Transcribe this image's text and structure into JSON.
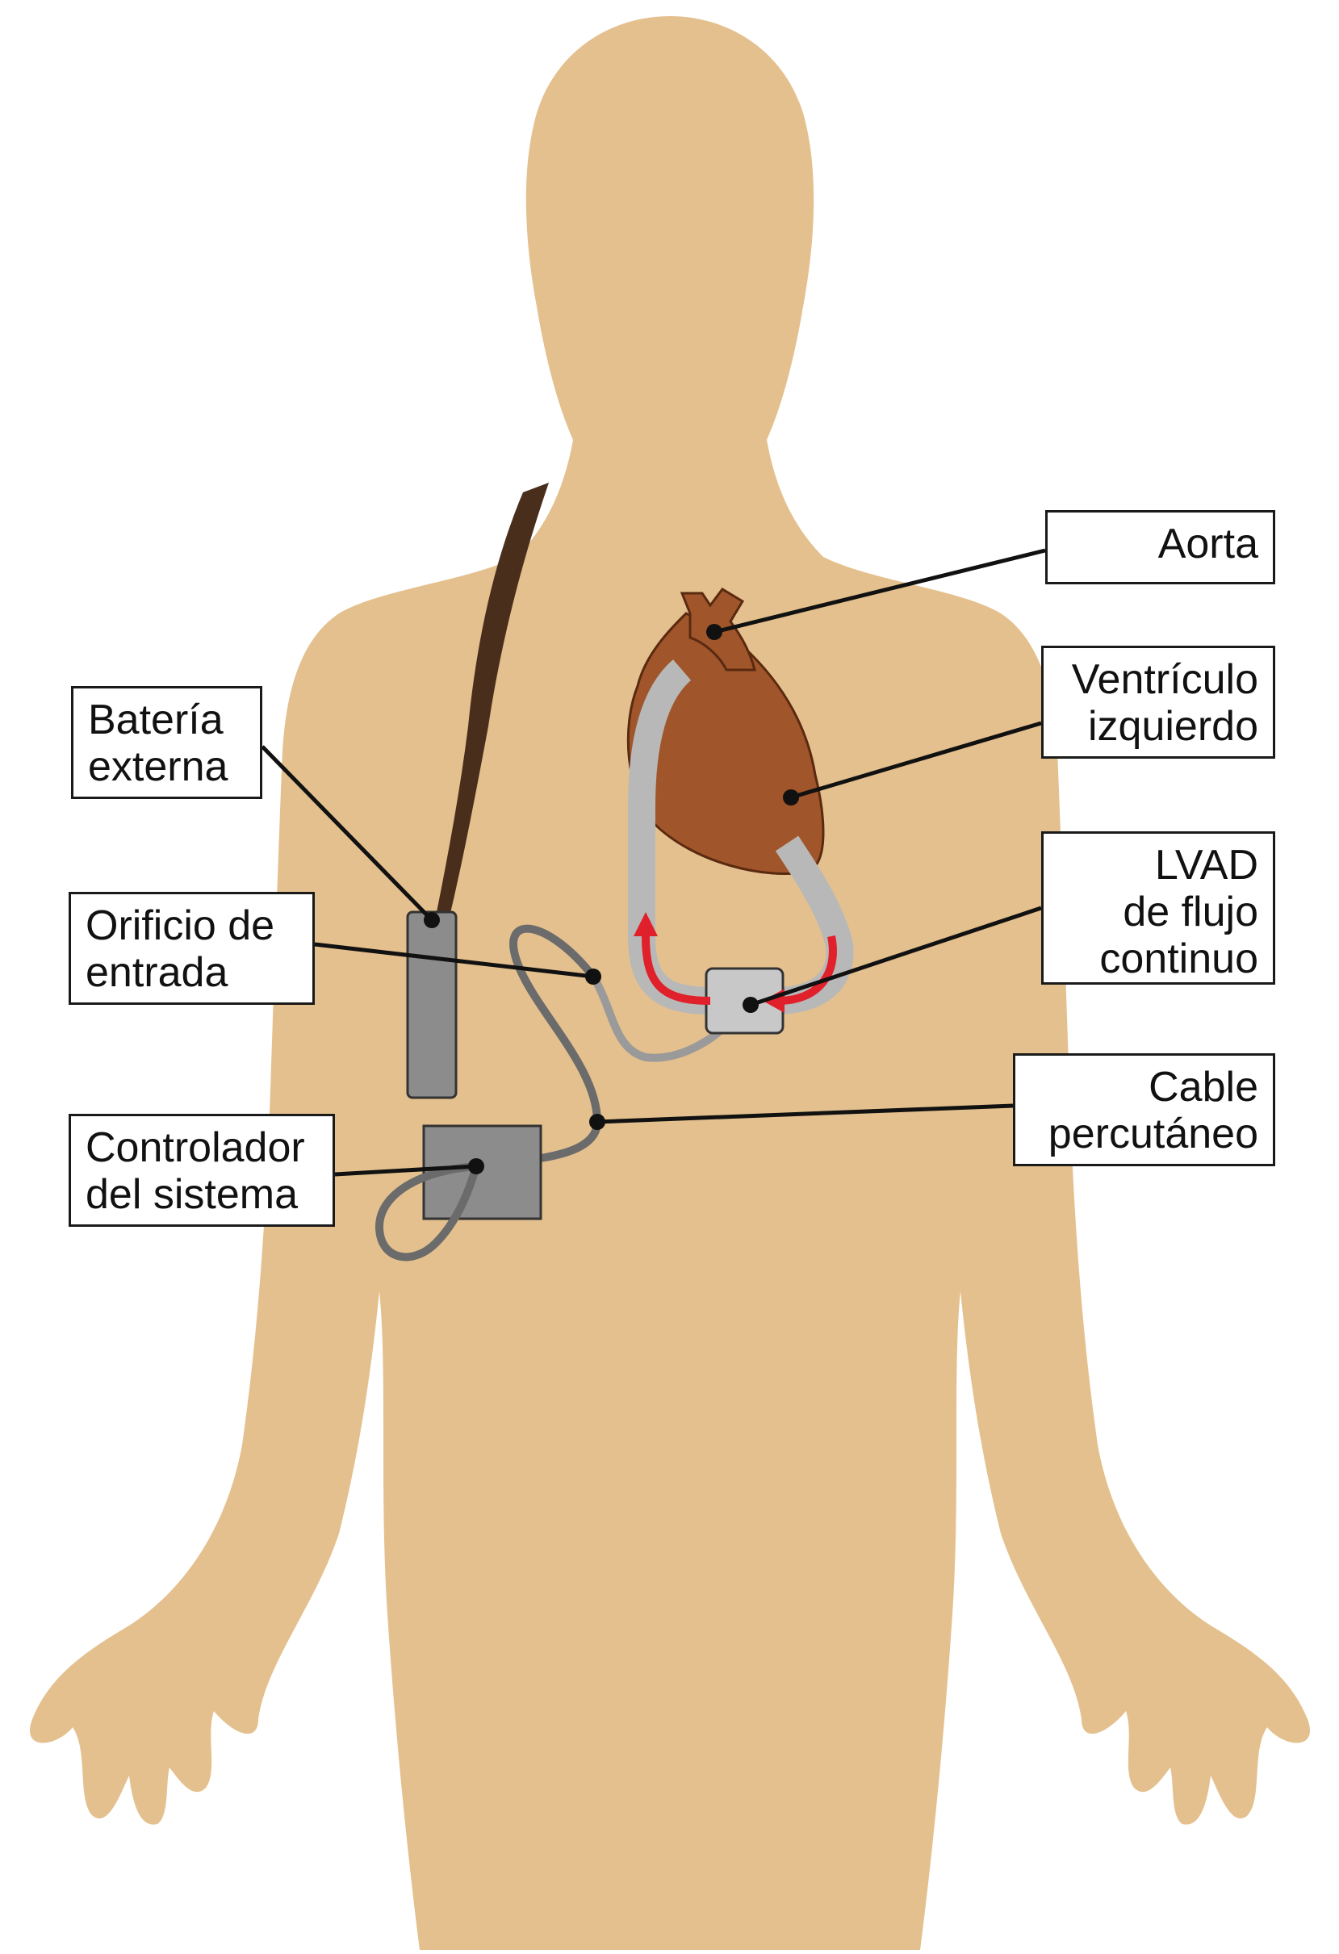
{
  "labels": {
    "aorta": {
      "lines": [
        "Aorta"
      ]
    },
    "ventriculo": {
      "lines": [
        "Ventrículo",
        "izquierdo"
      ]
    },
    "lvad": {
      "lines": [
        "LVAD",
        "de flujo",
        "continuo"
      ]
    },
    "cable": {
      "lines": [
        "Cable",
        "percutáneo"
      ]
    },
    "bateria": {
      "lines": [
        "Batería",
        "externa"
      ]
    },
    "orificio": {
      "lines": [
        "Orificio de",
        "entrada"
      ]
    },
    "controlador": {
      "lines": [
        "Controlador",
        "del sistema"
      ]
    }
  },
  "colors": {
    "skin": "#e4c08e",
    "heart": "#a0552a",
    "strap": "#4a2e1c",
    "device": "#8c8c8c",
    "tube": "#bdbdbd",
    "flow_arrow": "#e0202a",
    "leader_line": "#111111"
  }
}
